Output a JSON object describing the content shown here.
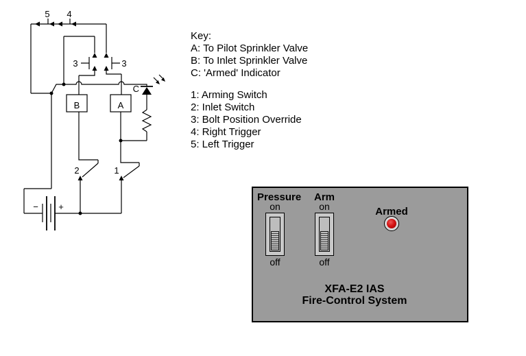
{
  "colors": {
    "panel_bg": "#9b9b9b",
    "switch_plate": "#c9c9c9",
    "switch_slot": "#bdbdbd",
    "indicator_red": "#d41414",
    "indicator_ring": "#d9d9d9",
    "ink": "#000000"
  },
  "schematic": {
    "labels": {
      "left_trigger": "5",
      "right_trigger": "4",
      "override_left": "3",
      "override_right": "3",
      "inlet_valve_box": "B",
      "pilot_valve_box": "A",
      "armed_led": "C",
      "inlet_switch": "2",
      "arming_switch": "1",
      "battery_minus": "−",
      "battery_plus": "+"
    }
  },
  "key": {
    "title": "Key:",
    "component_lines": [
      "A: To Pilot Sprinkler Valve",
      "B: To Inlet Sprinkler Valve",
      "C: 'Armed' Indicator"
    ],
    "switch_lines": [
      "1: Arming Switch",
      "2: Inlet Switch",
      "3: Bolt Position Override",
      "4: Right Trigger",
      "5: Left Trigger"
    ]
  },
  "panel": {
    "switches": [
      {
        "label": "Pressure",
        "on_label": "on",
        "off_label": "off",
        "state": "off"
      },
      {
        "label": "Arm",
        "on_label": "on",
        "off_label": "off",
        "state": "off"
      }
    ],
    "indicator_label": "Armed",
    "title_line1": "XFA-E2 IAS",
    "title_line2": "Fire-Control System"
  }
}
